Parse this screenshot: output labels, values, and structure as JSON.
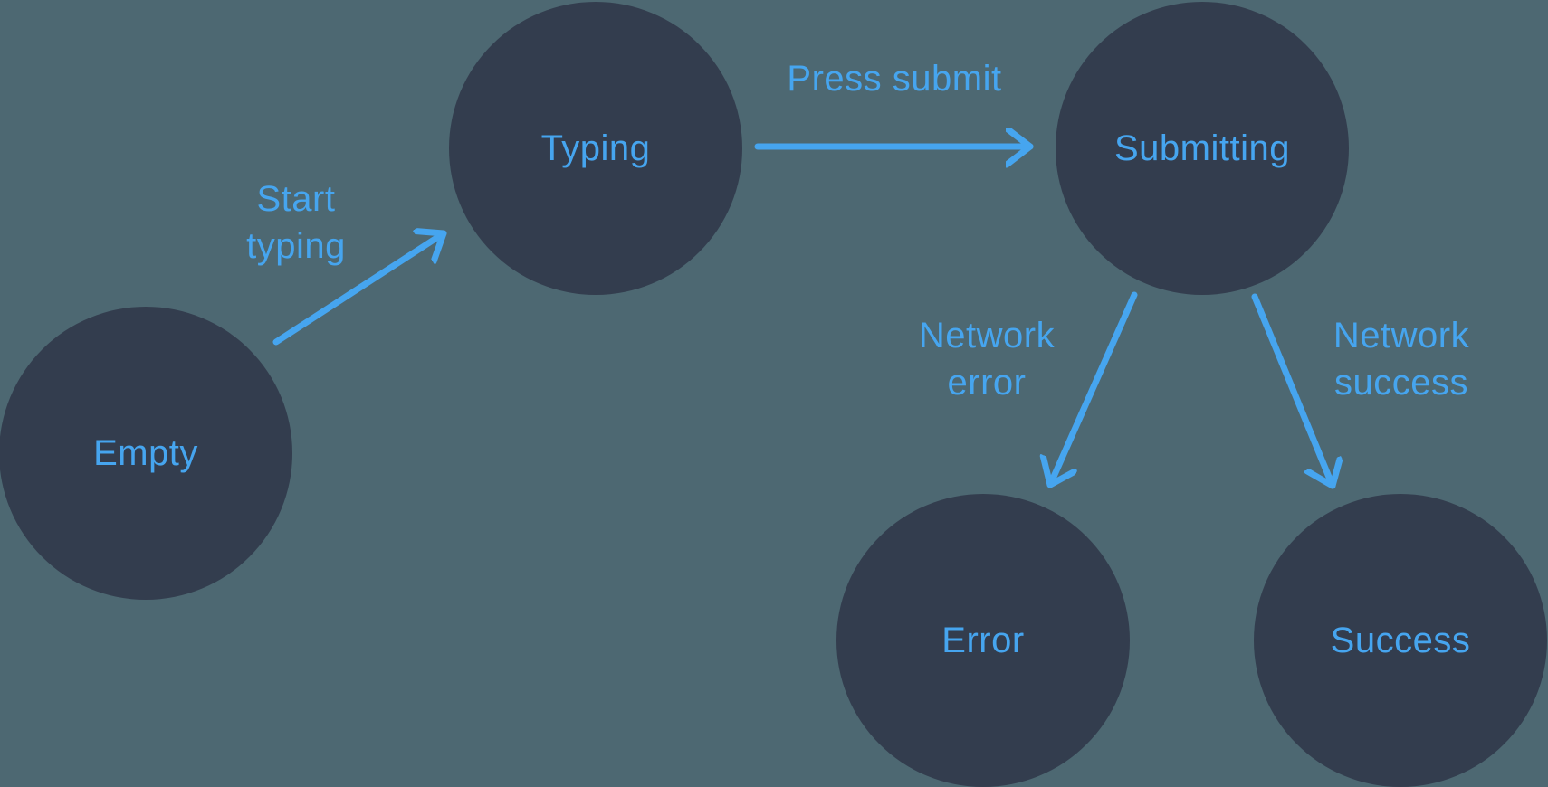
{
  "diagram": {
    "name": "form-state-machine",
    "nodes": [
      {
        "id": "empty",
        "label": "Empty"
      },
      {
        "id": "typing",
        "label": "Typing"
      },
      {
        "id": "submitting",
        "label": "Submitting"
      },
      {
        "id": "error",
        "label": "Error"
      },
      {
        "id": "success",
        "label": "Success"
      }
    ],
    "edges": [
      {
        "from": "empty",
        "to": "typing",
        "label": "Start typing",
        "label_lines": [
          "Start",
          "typing"
        ]
      },
      {
        "from": "typing",
        "to": "submitting",
        "label": "Press submit",
        "label_lines": [
          "Press submit"
        ]
      },
      {
        "from": "submitting",
        "to": "error",
        "label": "Network error",
        "label_lines": [
          "Network",
          "error"
        ]
      },
      {
        "from": "submitting",
        "to": "success",
        "label": "Network success",
        "label_lines": [
          "Network",
          "success"
        ]
      }
    ]
  },
  "colors": {
    "bg": "#4d6872",
    "node": "#333d4e",
    "accent": "#46a5ef"
  }
}
